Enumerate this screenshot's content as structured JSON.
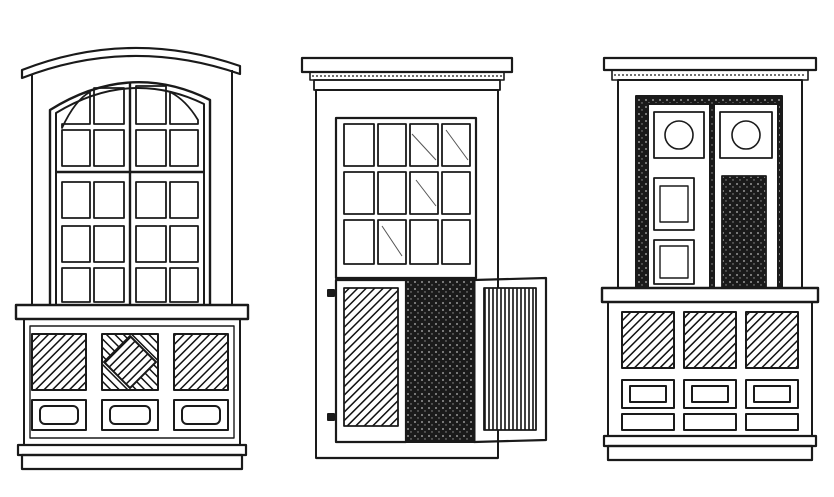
{
  "figure": {
    "ink_color": "#1a1a1a",
    "paper_color": "#ffffff",
    "panels": [
      {
        "id": "arched-cabinet",
        "icon": "arched-glazed-cabinet-icon"
      },
      {
        "id": "split-door-cabinet",
        "icon": "cabinet-open-lower-doors-icon"
      },
      {
        "id": "paneled-cabinet",
        "icon": "paneled-cabinet-icon"
      }
    ]
  }
}
